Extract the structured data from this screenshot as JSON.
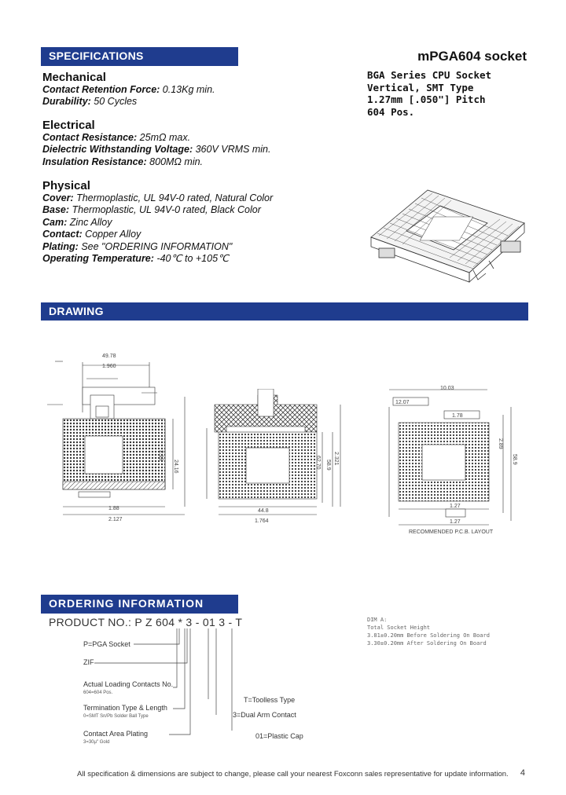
{
  "specs_banner": "SPECIFICATIONS",
  "product_title": "mPGA604 socket",
  "product_desc": [
    "BGA Series CPU Socket",
    "Vertical, SMT Type",
    "1.27mm [.050\"] Pitch",
    "604 Pos."
  ],
  "mechanical": {
    "heading": "Mechanical",
    "items": [
      {
        "label": "Contact Retention Force:",
        "value": " 0.13Kg min."
      },
      {
        "label": "Durability:",
        "value": " 50 Cycles"
      }
    ]
  },
  "electrical": {
    "heading": "Electrical",
    "items": [
      {
        "label": "Contact Resistance:",
        "value": " 25mΩ max."
      },
      {
        "label": "Dielectric Withstanding Voltage:",
        "value": " 360V VRMS min."
      },
      {
        "label": "Insulation Resistance:",
        "value": " 800MΩ min."
      }
    ]
  },
  "physical": {
    "heading": "Physical",
    "items": [
      {
        "label": "Cover:",
        "value": " Thermoplastic, UL 94V-0 rated, Natural Color"
      },
      {
        "label": "Base:",
        "value": " Thermoplastic, UL 94V-0 rated, Black Color"
      },
      {
        "label": "Cam:",
        "value": " Zinc Alloy"
      },
      {
        "label": "Contact:",
        "value": " Copper Alloy"
      },
      {
        "label": "Plating:",
        "value": " See \"ORDERING INFORMATION\""
      },
      {
        "label": "Operating Temperature:",
        "value": " -40℃ to +105℃"
      }
    ]
  },
  "drawing_banner": "DRAWING",
  "drawing_labels": {
    "d1_top": "49.78",
    "d1_top2": "1.960",
    "d1_side": "2.19",
    "d1_side2": "24.16",
    "d1_bot": "1.88",
    "d1_bot2": "2.127",
    "d2_bot": "44.8",
    "d2_bot2": "1.764",
    "d2_side": "62.70",
    "d2_side2": "58.9",
    "d2_side3": "2.321",
    "d3_top": "10.03",
    "d3_top2": "12.07",
    "d3_top3": "1.78",
    "d3_side": "2.89",
    "d3_side2": "58.9",
    "d3_bot": "1.27",
    "d3_bot2": "1.27",
    "d3_caption": "RECOMMENDED P.C.B. LAYOUT"
  },
  "ordering_banner": "ORDERING  INFORMATION",
  "ordering": {
    "product_no": "PRODUCT NO.:  P Z 604 * 3 - 01 3 - T",
    "l1": "P=PGA Socket",
    "l2": "ZIF",
    "l3": "Actual Loading Contacts No.",
    "l3s": "604=604 Pos.",
    "l4": "Termination Type & Length",
    "l4s": "0=SMT Sn/Pb Solder Ball Type",
    "l5": "Contact Area Plating",
    "l5s": "3=30μ\" Gold",
    "r1": "T=Toolless Type",
    "r2": "3=Dual Arm Contact",
    "r3": "01=Plastic Cap"
  },
  "dim_note": [
    "DIM A:",
    "Total Socket Height",
    "3.81±0.20mm Before Soldering On Board",
    "3.30±0.20mm After Soldering On Board"
  ],
  "footer": "All specification & dimensions are subject to change, please call your nearest Foxconn sales representative for update information.",
  "page_number": "4",
  "colors": {
    "banner": "#1f3c8e"
  }
}
